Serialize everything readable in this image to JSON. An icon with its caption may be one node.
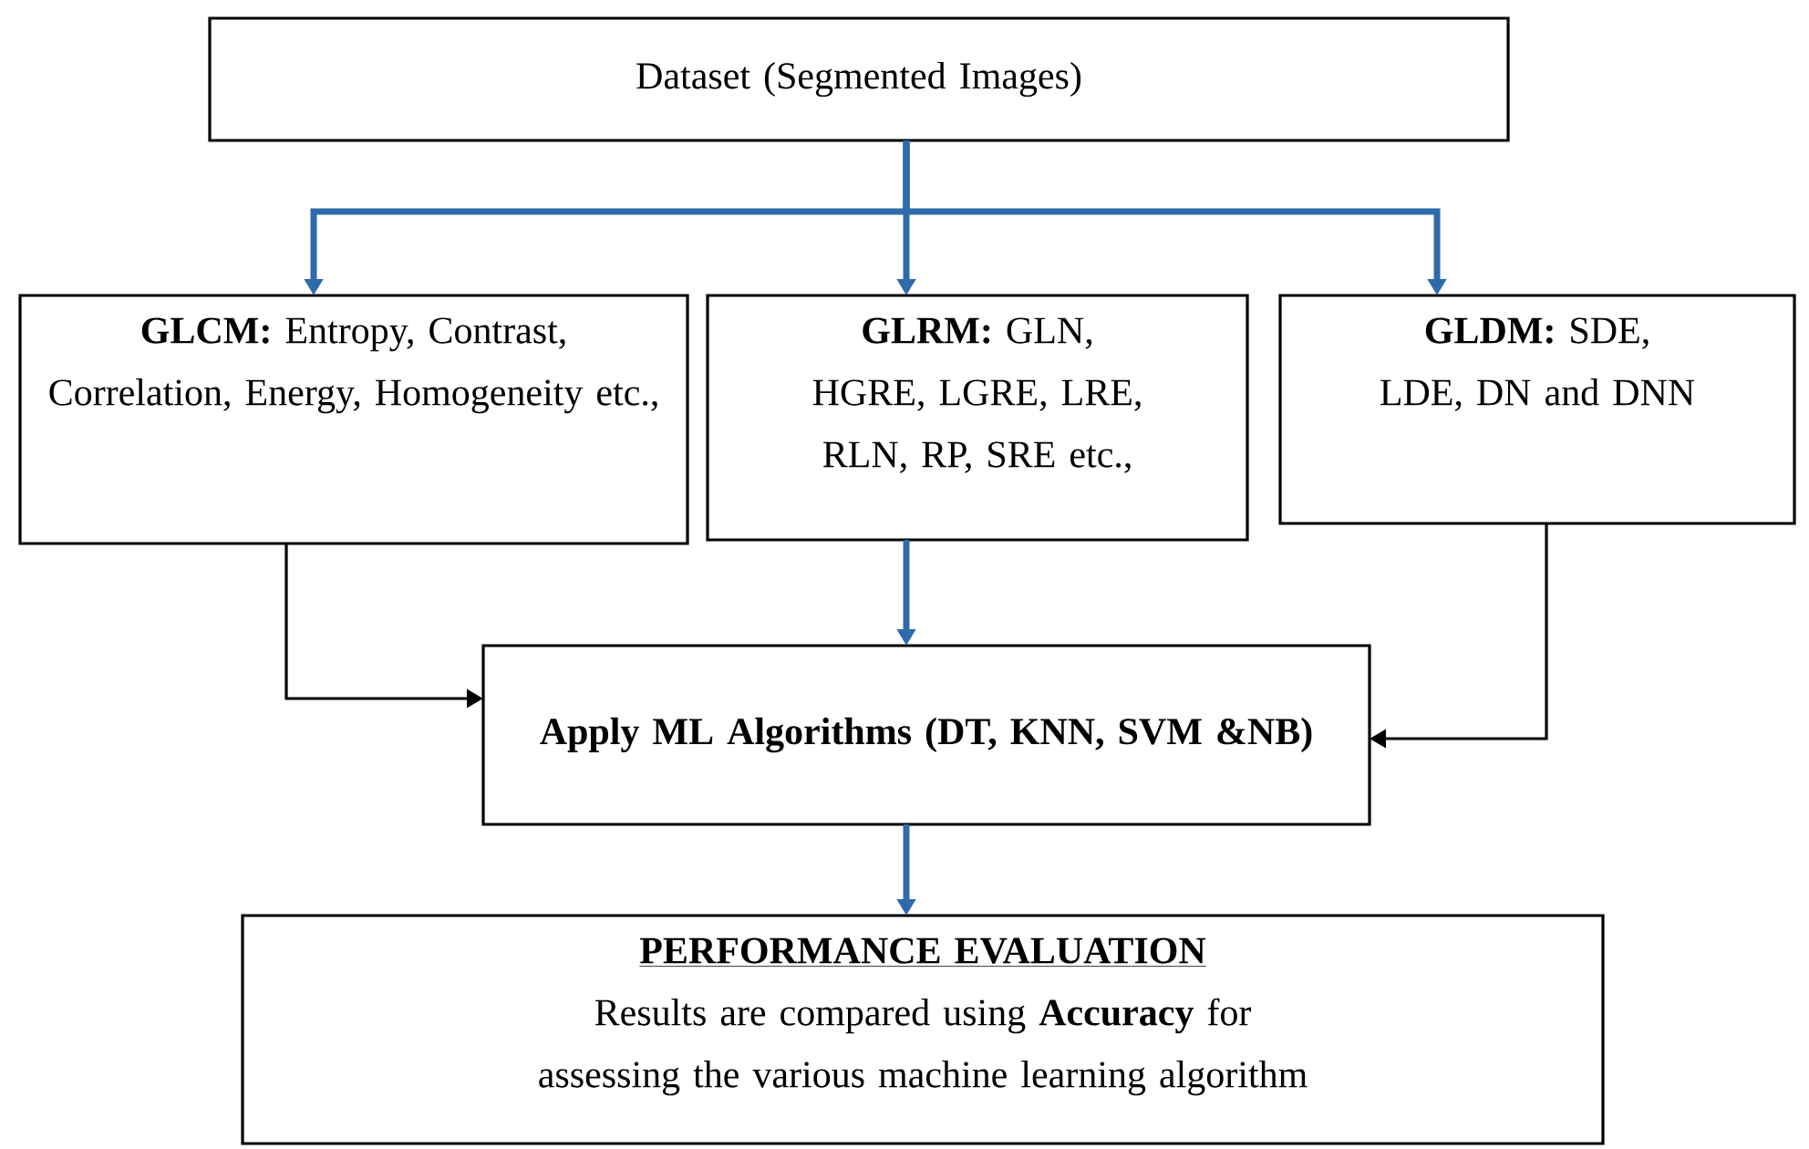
{
  "diagram": {
    "nodes": [
      {
        "text": [
          "Dataset (Segmented Images)"
        ]
      },
      {
        "text": [
          "**GLCM:** Entropy, Contrast, Correlation, Energy, Homogeneity etc.,"
        ]
      },
      {
        "text": [
          "**GLRM:** GLN, HGRE, LGRE, LRE, RLN, RP, SRE etc.,"
        ]
      },
      {
        "text": [
          "**GLDM:** SDE, LDE, DN and DNN"
        ]
      },
      {
        "text": [
          "Apply ML Algorithms (DT, KNN, SVM &NB)"
        ]
      },
      {
        "text": [
          "PERFORMANCE EVALUATION",
          "Results are compared using **Accuracy** for assessing the various machine learning algorithm"
        ]
      }
    ],
    "edges": [
      {
        "from": 0,
        "to": 1,
        "arrow": "to"
      },
      {
        "from": 0,
        "to": 2,
        "arrow": "to"
      },
      {
        "from": 0,
        "to": 3,
        "arrow": "to"
      },
      {
        "from": 1,
        "to": 4,
        "arrow": "to",
        "color": "#000000"
      },
      {
        "from": 2,
        "to": 4,
        "arrow": "to"
      },
      {
        "from": 3,
        "to": 4,
        "arrow": "to",
        "color": "#000000"
      },
      {
        "from": 4,
        "to": 5,
        "arrow": "to"
      }
    ]
  }
}
